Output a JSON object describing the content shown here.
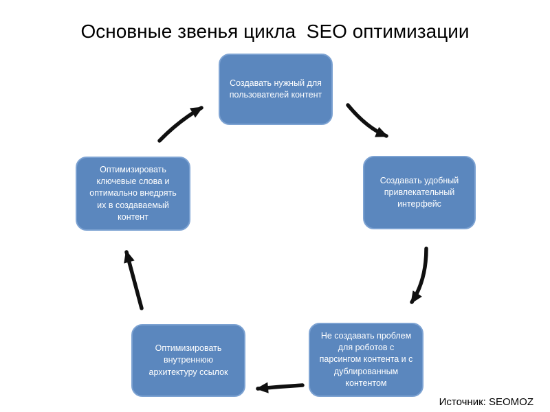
{
  "title": "Основные звенья цикла  SEO оптимизации",
  "source_credit": "Источник: SEOMOZ",
  "colors": {
    "background": "#ffffff",
    "title_text": "#000000",
    "box_fill": "#5b87be",
    "box_border": "#7ca2d2",
    "box_text": "#ffffff",
    "arrow": "#101010"
  },
  "diagram": {
    "type": "cycle",
    "nodes": [
      {
        "id": "create-content",
        "label": "Создавать нужный для пользователей контент"
      },
      {
        "id": "friendly-interface",
        "label": "Создавать удобный привлекательный интерфейс"
      },
      {
        "id": "no-robot-problems",
        "label": "Не создавать проблем для роботов с парсингом контента и с дублированным контентом"
      },
      {
        "id": "link-architecture",
        "label": "Оптимизировать внутреннюю архитектуру ссылок"
      },
      {
        "id": "keywords",
        "label": "Оптимизировать ключевые слова и оптимально внедрять их в создаваемый контент"
      }
    ],
    "edges": [
      {
        "from": "create-content",
        "to": "friendly-interface"
      },
      {
        "from": "friendly-interface",
        "to": "no-robot-problems"
      },
      {
        "from": "no-robot-problems",
        "to": "link-architecture"
      },
      {
        "from": "link-architecture",
        "to": "keywords"
      },
      {
        "from": "keywords",
        "to": "create-content"
      }
    ]
  }
}
